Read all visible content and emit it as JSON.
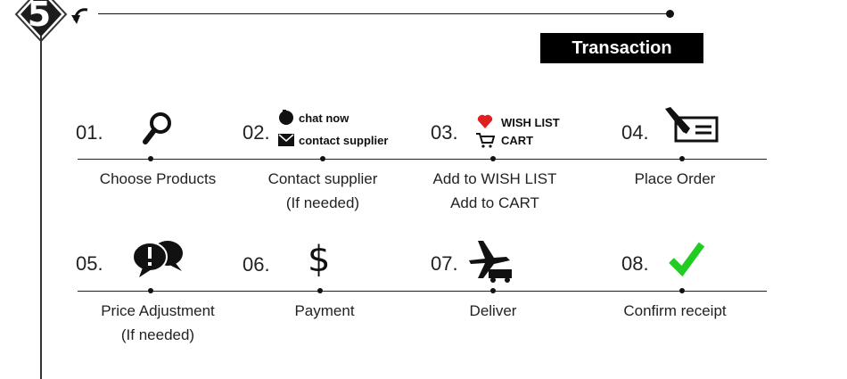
{
  "section": {
    "badge_number": "5",
    "title": "Transaction"
  },
  "icons": {
    "badge": "diamond-badge",
    "header_arrow": "curved-arrow-icon"
  },
  "row1": [
    {
      "number": "01.",
      "caption_line1": "Choose Products",
      "caption_line2": "",
      "icon": "magnifier-icon"
    },
    {
      "number": "02.",
      "caption_line1": "Contact supplier",
      "caption_line2": "(If needed)",
      "icon": "chat-and-mail-icons",
      "chat_label": "chat now",
      "contact_label": "contact supplier"
    },
    {
      "number": "03.",
      "caption_line1": "Add to WISH LIST",
      "caption_line2": "Add to CART",
      "icon": "heart-and-cart-icons",
      "wish_label": "WISH LIST",
      "cart_label": "CART"
    },
    {
      "number": "04.",
      "caption_line1": "Place Order",
      "caption_line2": "",
      "icon": "order-form-icon"
    }
  ],
  "row2": [
    {
      "number": "05.",
      "caption_line1": "Price Adjustment",
      "caption_line2": "(If needed)",
      "icon": "speech-bubbles-icon"
    },
    {
      "number": "06.",
      "caption_line1": "Payment",
      "caption_line2": "",
      "icon": "dollar-icon",
      "symbol": "$"
    },
    {
      "number": "07.",
      "caption_line1": "Deliver",
      "caption_line2": "",
      "icon": "plane-truck-icon"
    },
    {
      "number": "08.",
      "caption_line1": "Confirm receipt",
      "caption_line2": "",
      "icon": "checkmark-icon"
    }
  ],
  "colors": {
    "heart": "#e02020",
    "check": "#22cc22",
    "title_bg": "#000000"
  }
}
